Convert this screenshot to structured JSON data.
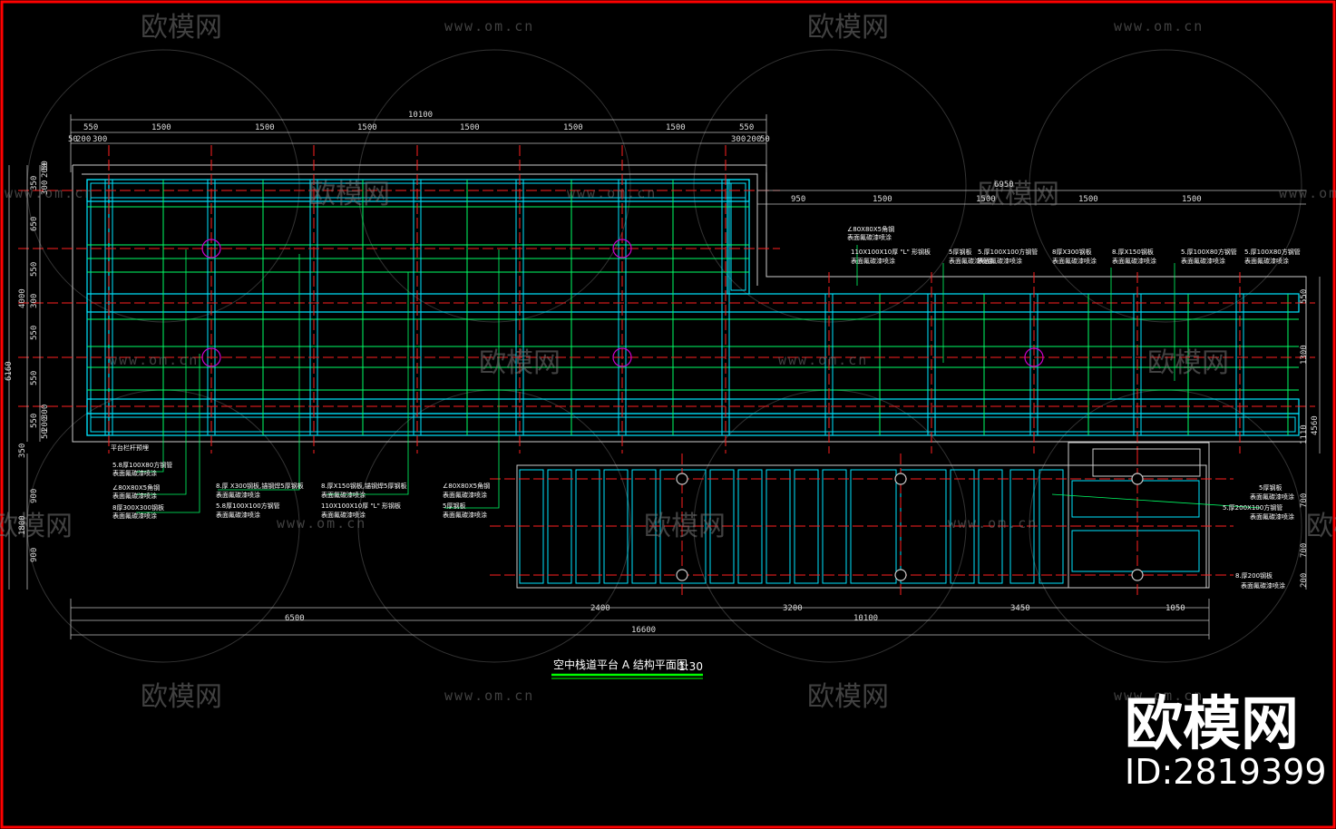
{
  "drawing": {
    "title": "空中栈道平台 A 结构平面图",
    "scale": "1:30"
  },
  "watermark": {
    "logo_text": "欧模网",
    "url": "www.om.cn",
    "brand": "欧模网",
    "id_text": "ID:2819399"
  },
  "dimensions": {
    "top_overall": "10100",
    "top_spans": [
      "550",
      "1500",
      "1500",
      "1500",
      "1500",
      "1500",
      "1500",
      "550"
    ],
    "top_sub_left": [
      "50",
      "200",
      "300"
    ],
    "top_sub_right": [
      "300",
      "200",
      "50"
    ],
    "right_overall": "6950",
    "right_spans": [
      "950",
      "1500",
      "1500",
      "1500",
      "1500"
    ],
    "bottom_spans": [
      "2400",
      "3200",
      "3450",
      "1050"
    ],
    "bottom_mid": "10100",
    "bottom_left": "6500",
    "bottom_overall": "16600",
    "left_overall": "6160",
    "left_mid": "4000",
    "left_lower": "1800",
    "left_spans": [
      "350",
      "650",
      "550",
      "300",
      "550",
      "550",
      "550",
      "300",
      "350",
      "900",
      "900"
    ],
    "left_sub": [
      "200",
      "50",
      "300",
      "50",
      "200"
    ],
    "right_side": [
      "550",
      "1300",
      "1110",
      "4560",
      "700",
      "700",
      "200"
    ]
  },
  "notes": {
    "n1": "平台栏杆预埋",
    "n2a": "5.8厚100X80方钢管",
    "n2b": "表面氟碳漆喷涂",
    "n3a": "∠80X80X5角钢",
    "n3b": "表面氟碳漆喷涂",
    "n4a": "8厚300X300钢板",
    "n4b": "表面氟碳漆喷涂",
    "n5a": "8.厚 X300钢板,锚钢焊5厚钢板",
    "n5b": "表面氟碳漆喷涂",
    "n5c": "5.8厚100X100方钢管",
    "n5d": "表面氟碳漆喷涂",
    "n6a": "8.厚X150钢板,锚钢焊5厚钢板",
    "n6b": "表面氟碳漆喷涂",
    "n6c": "110X100X10厚 \"L\" 形钢板",
    "n6d": "表面氟碳漆喷涂",
    "n7a": "∠80X80X5角钢",
    "n7b": "表面氟碳漆喷涂",
    "n7c": "5厚钢板",
    "n7d": "表面氟碳漆喷涂",
    "r1a": "∠80X80X5角钢",
    "r1b": "表面氟碳漆喷涂",
    "r2a": "110X100X10厚 \"L\" 形钢板",
    "r2b": "表面氟碳漆喷涂",
    "r3a": "5厚钢板",
    "r3b": "表面氟碳漆喷涂",
    "r4a": "5.厚100X100方钢管",
    "r4b": "表面氟碳漆喷涂",
    "r5a": "8厚X300钢板",
    "r5b": "表面氟碳漆喷涂",
    "r6a": "8.厚X150钢板",
    "r6b": "表面氟碳漆喷涂",
    "r7a": "5.厚100X80方钢管",
    "r7b": "表面氟碳漆喷涂",
    "r8a": "5.厚100X80方钢管",
    "r8b": "表面氟碳漆喷涂",
    "s1a": "5厚钢板",
    "s1b": "表面氟碳漆喷涂",
    "s2a": "5.厚200X100方钢管",
    "s2b": "表面氟碳漆喷涂",
    "s3a": "8.厚200钢板",
    "s3b": "表面氟碳漆喷涂"
  },
  "colors": {
    "frame": "#ff0000",
    "beam": "#00ffff",
    "joist": "#00ff66",
    "axis": "#ff2020",
    "dim": "#cccccc",
    "column": "#cc00cc",
    "title_line": "#00ff00"
  }
}
